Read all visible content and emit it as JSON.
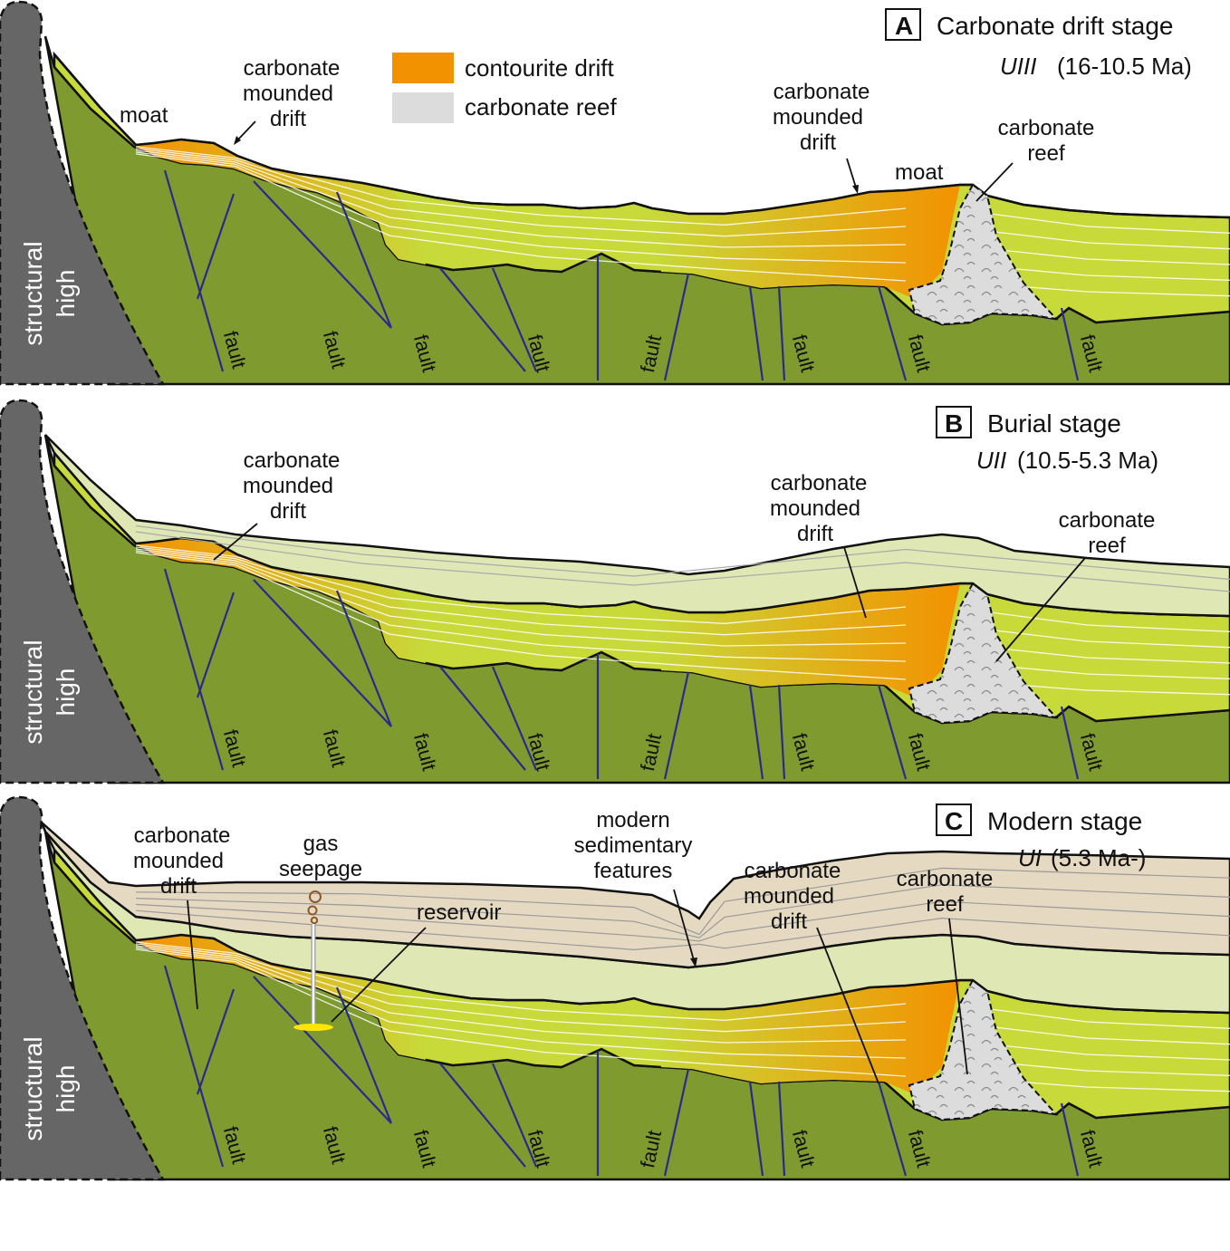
{
  "legend": {
    "contourite_label": "contourite drift",
    "reef_label": "carbonate reef",
    "contourite_color": "#f39200",
    "reef_color": "#dcdcdc"
  },
  "colors": {
    "basement": "#7f9a2e",
    "fault_line": "#2a2a8c",
    "structural_high": "#666666",
    "drift_sediment": "#c8d93a",
    "burial_sediment": "#dfe8b4",
    "modern_sediment": "#e6d9c2",
    "reservoir": "#ffe600"
  },
  "icons": [
    "gas-bubbles-icon"
  ],
  "panels": [
    {
      "letter": "A",
      "title": "Carbonate drift stage",
      "unit": "UIII",
      "age": "(16-10.5 Ma)",
      "structural_high": [
        "structural",
        "high"
      ],
      "labels": {
        "moat_left": "moat",
        "drift_left": [
          "carbonate",
          "mounded",
          "drift"
        ],
        "drift_right": [
          "carbonate",
          "mounded",
          "drift"
        ],
        "moat_right": "moat",
        "reef": [
          "carbonate",
          "reef"
        ]
      },
      "fault": "fault"
    },
    {
      "letter": "B",
      "title": "Burial stage",
      "unit": "UII",
      "age": "(10.5-5.3 Ma)",
      "structural_high": [
        "structural",
        "high"
      ],
      "labels": {
        "drift_left": [
          "carbonate",
          "mounded",
          "drift"
        ],
        "drift_right": [
          "carbonate",
          "mounded",
          "drift"
        ],
        "reef": [
          "carbonate",
          "reef"
        ]
      },
      "fault": "fault"
    },
    {
      "letter": "C",
      "title": "Modern stage",
      "unit": "UI",
      "age": "(5.3 Ma-)",
      "structural_high": [
        "structural",
        "high"
      ],
      "labels": {
        "drift_left": [
          "carbonate",
          "mounded",
          "drift"
        ],
        "gas": [
          "gas",
          "seepage"
        ],
        "reservoir": "reservoir",
        "modern": [
          "modern",
          "sedimentary",
          "features"
        ],
        "drift_right": [
          "carbonate",
          "mounded",
          "drift"
        ],
        "reef": [
          "carbonate",
          "reef"
        ]
      },
      "fault": "fault"
    }
  ]
}
